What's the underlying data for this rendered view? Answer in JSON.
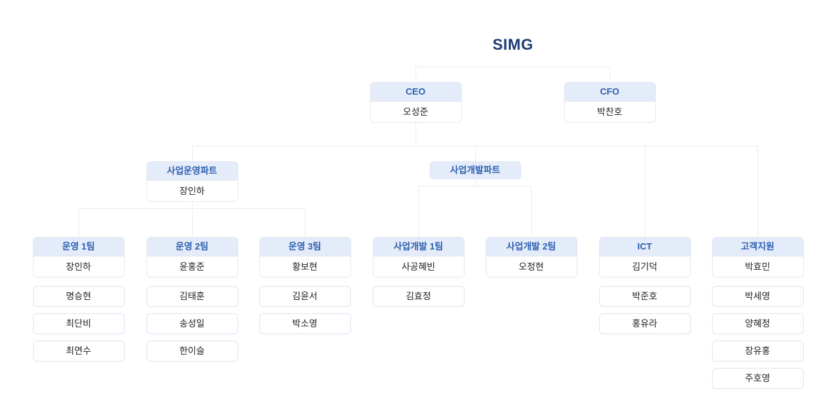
{
  "logo": {
    "text": "SIMG"
  },
  "colors": {
    "logo_text": "#1d3c78",
    "node_header_bg": "#e4ecf9",
    "node_header_text": "#2d5fb0",
    "node_body_bg": "#ffffff",
    "node_body_text": "#1d1d1f",
    "node_border": "#e5e8f0",
    "member_border": "#dce5f4",
    "connector_line": "#ececef",
    "page_bg": "#ffffff"
  },
  "org": {
    "executives": [
      {
        "id": "ceo",
        "title": "CEO",
        "name": "오성준"
      },
      {
        "id": "cfo",
        "title": "CFO",
        "name": "박찬호"
      }
    ],
    "parts": [
      {
        "id": "biz-ops-part",
        "title": "사업운영파트",
        "name": "장인하"
      },
      {
        "id": "biz-dev-part",
        "title": "사업개발파트",
        "name": null
      }
    ],
    "teams": [
      {
        "id": "ops-team-1",
        "title": "운영 1팀",
        "lead": "장인하",
        "members": [
          "명승현",
          "최단비",
          "최연수"
        ]
      },
      {
        "id": "ops-team-2",
        "title": "운영 2팀",
        "lead": "윤홍준",
        "members": [
          "김태훈",
          "송성일",
          "한이슬"
        ]
      },
      {
        "id": "ops-team-3",
        "title": "운영 3팀",
        "lead": "황보현",
        "members": [
          "김윤서",
          "박소영"
        ]
      },
      {
        "id": "bizdev-team-1",
        "title": "사업개발 1팀",
        "lead": "사공혜빈",
        "members": [
          "김효정"
        ]
      },
      {
        "id": "bizdev-team-2",
        "title": "사업개발 2팀",
        "lead": "오정현",
        "members": []
      },
      {
        "id": "ict",
        "title": "ICT",
        "lead": "김기덕",
        "members": [
          "박준호",
          "홍유라"
        ]
      },
      {
        "id": "customer-support",
        "title": "고객지원",
        "lead": "박효민",
        "members": [
          "박세영",
          "양혜정",
          "장유홍",
          "주호영"
        ]
      }
    ]
  }
}
